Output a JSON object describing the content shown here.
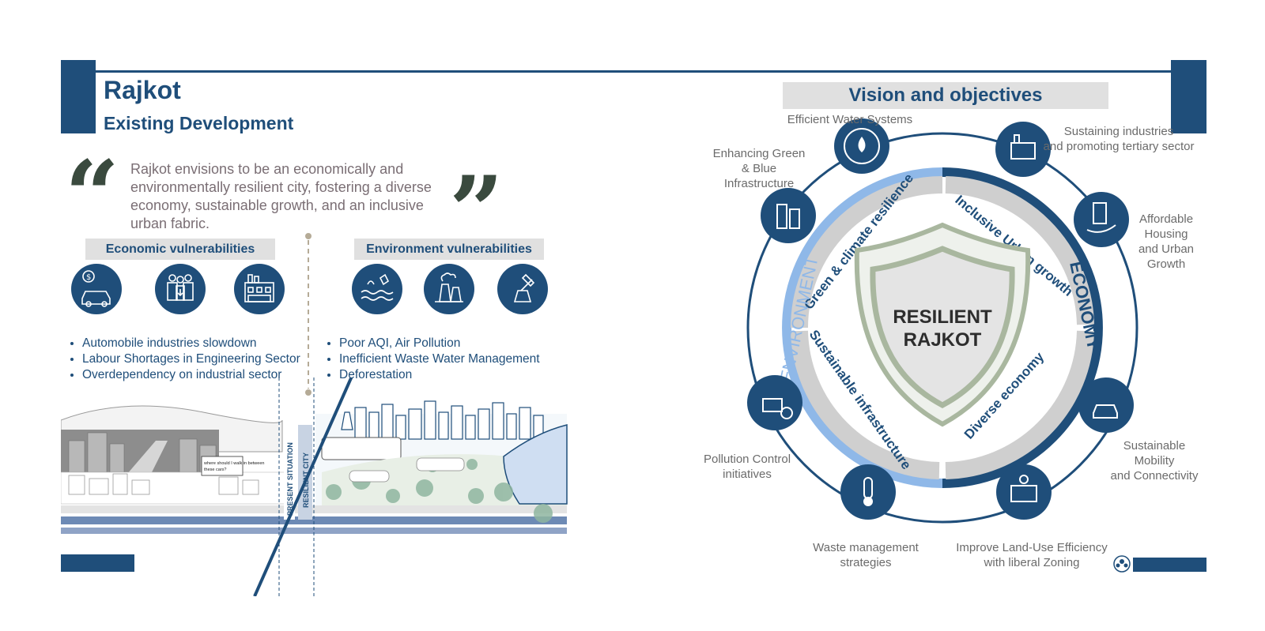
{
  "header": {
    "title": "Rajkot",
    "subtitle": "Existing Development"
  },
  "quote": {
    "text": "Rajkot envisions to be an economically and environmentally resilient city, fostering a diverse economy, sustainable growth, and an inclusive urban fabric."
  },
  "economic": {
    "label": "Economic vulnerabilities",
    "icons": [
      "car-finance-icon",
      "labour-workers-icon",
      "industry-building-icon"
    ],
    "bullets": [
      "Automobile industries slowdown",
      "Labour Shortages in Engineering Sector",
      "Overdependency on industrial sector"
    ]
  },
  "environment": {
    "label": "Environment vulnerabilities",
    "icons": [
      "water-pollution-icon",
      "air-pollution-icon",
      "deforestation-icon"
    ],
    "bullets": [
      "Poor AQI, Air Pollution",
      "Inefficient Waste Water Management",
      "Deforestation"
    ]
  },
  "illustration": {
    "present_label": "PRESENT SITUATION",
    "resilient_label": "RESILIENT CITY",
    "speech_bubble": "where should I walk in between these cars?"
  },
  "vision": {
    "title": "Vision and objectives",
    "center_line1": "RESILIENT",
    "center_line2": "RAJKOT",
    "ring_environment": "ENVIRONMENT",
    "ring_economy": "ECONOMY",
    "q_green": "Green & climate resilience",
    "q_inclusive": "Inclusive Urban growth",
    "q_sustainable": "Sustainable infrastructure",
    "q_diverse": "Diverse economy",
    "objectives": {
      "water": "Efficient Water Systems",
      "green_line1": "Enhancing Green",
      "green_line2": "& Blue",
      "green_line3": "Infrastructure",
      "industries_line1": "Sustaining industries",
      "industries_line2": "and promoting tertiary sector",
      "housing_line1": "Affordable",
      "housing_line2": "Housing",
      "housing_line3": "and Urban",
      "housing_line4": "Growth",
      "mobility_line1": "Sustainable",
      "mobility_line2": "Mobility",
      "mobility_line3": "and Connectivity",
      "pollution_line1": "Pollution Control",
      "pollution_line2": "initiatives",
      "waste_line1": "Waste management",
      "waste_line2": "strategies",
      "landuse_line1": "Improve Land-Use Efficiency",
      "landuse_line2": "with liberal Zoning"
    }
  },
  "colors": {
    "navy": "#1f4e7a",
    "light_blue": "#8fb8e8",
    "grey_band": "#cfcfcf",
    "shield_green": "#a9b79f"
  }
}
